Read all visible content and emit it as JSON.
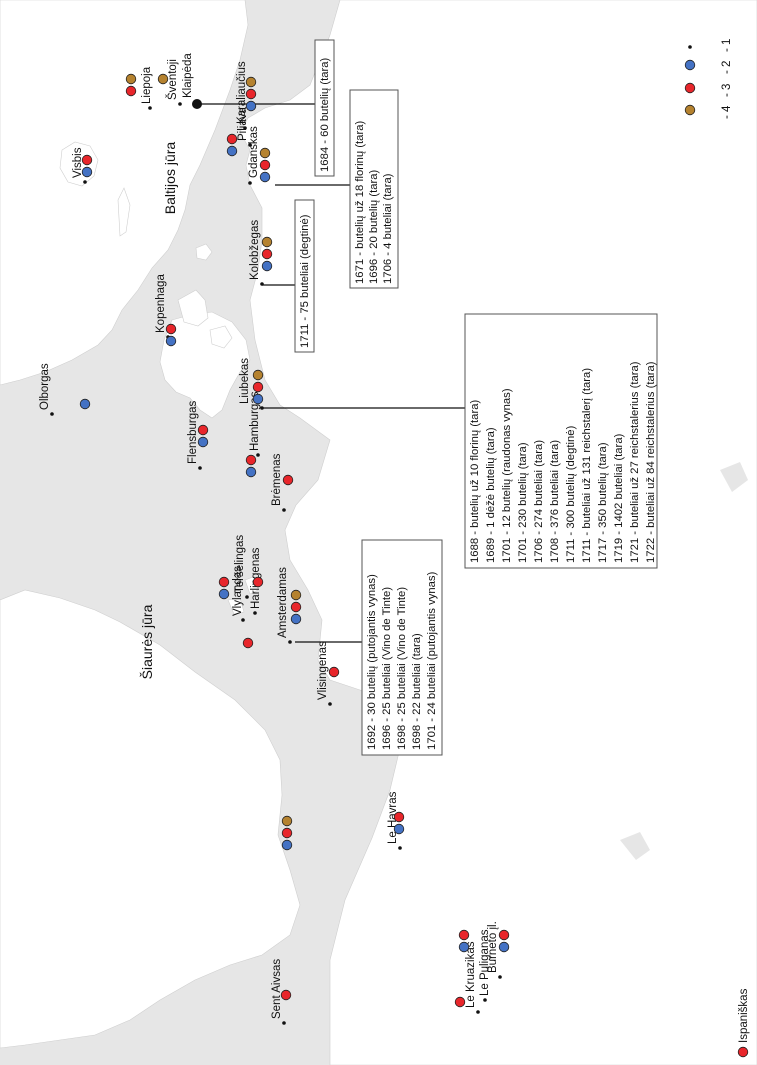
{
  "colors": {
    "sea": "#e6e6e6",
    "land": "#ffffff",
    "category_2": "#4472c4",
    "category_3": "#e8262b",
    "category_4": "#b5822f"
  },
  "seas": {
    "baltic": "Baltijos jūra",
    "north": "Šiaurės jūra"
  },
  "places": [
    {
      "name": "Liepoja"
    },
    {
      "name": "Šventoji"
    },
    {
      "name": "Klaipėda"
    },
    {
      "name": "Karaliaučius"
    },
    {
      "name": "Piliava"
    },
    {
      "name": "Gdanskas"
    },
    {
      "name": "Visbis"
    },
    {
      "name": "Kolobžegas"
    },
    {
      "name": "Kopenhaga"
    },
    {
      "name": "Olborgas"
    },
    {
      "name": "Liubekas"
    },
    {
      "name": "Flensburgas"
    },
    {
      "name": "Hamburgas"
    },
    {
      "name": "Brėmenas"
    },
    {
      "name": "Teršelingas"
    },
    {
      "name": "Harlingenas"
    },
    {
      "name": "Vlylandas"
    },
    {
      "name": "Amsterdamas"
    },
    {
      "name": "Vlisingenas"
    },
    {
      "name": "Le Havras"
    },
    {
      "name": "Sent Aivsas"
    },
    {
      "name": "Le Kruazikas"
    },
    {
      "name": "Le Puliganas"
    },
    {
      "name": "Burneto įl."
    }
  ],
  "boxes": {
    "klaipeda": [
      "1684 - 60 butelių (tara)"
    ],
    "gdansk": [
      "1671 - butelių už 18 florinų (tara)",
      "1696 - 20 butelių (tara)",
      "1706 - 4 buteliai (tara)"
    ],
    "kolobzeg": [
      "1711 - 75 buteliai (degtinė)"
    ],
    "lubeck": [
      "1688 - butelių už 10 florinų (tara)",
      "1689 - 1 dėžė butelių (tara)",
      "1701 - 12 butelių (raudonas vynas)",
      "1701 - 230 butelių (tara)",
      "1706 - 274 buteliai (tara)",
      "1708 - 376 buteliai (tara)",
      "1711 - 300 butelių (degtinė)",
      "1711 - buteliai už 131 reichstalerį (tara)",
      "1717 - 350 butelių (tara)",
      "1719 - 1402 buteliai (tara)",
      "1721 - buteliai už 27 reichstalerius (tara)",
      "1722 - buteliai už 84 reichstalerius (tara)"
    ],
    "amsterdam": [
      "1692 - 30 butelių (putojantis vynas)",
      "1696 - 25 buteliai (Vino de Tinte)",
      "1698 - 25 buteliai (Vino de Tinte)",
      "1698 - 22 buteliai (tara)",
      "1701 - 24 buteliai (putojantis vynas)"
    ]
  },
  "legend": {
    "items": [
      "- 1",
      "- 2",
      "- 3",
      "- 4"
    ],
    "spanish": "Ispaniškas"
  }
}
